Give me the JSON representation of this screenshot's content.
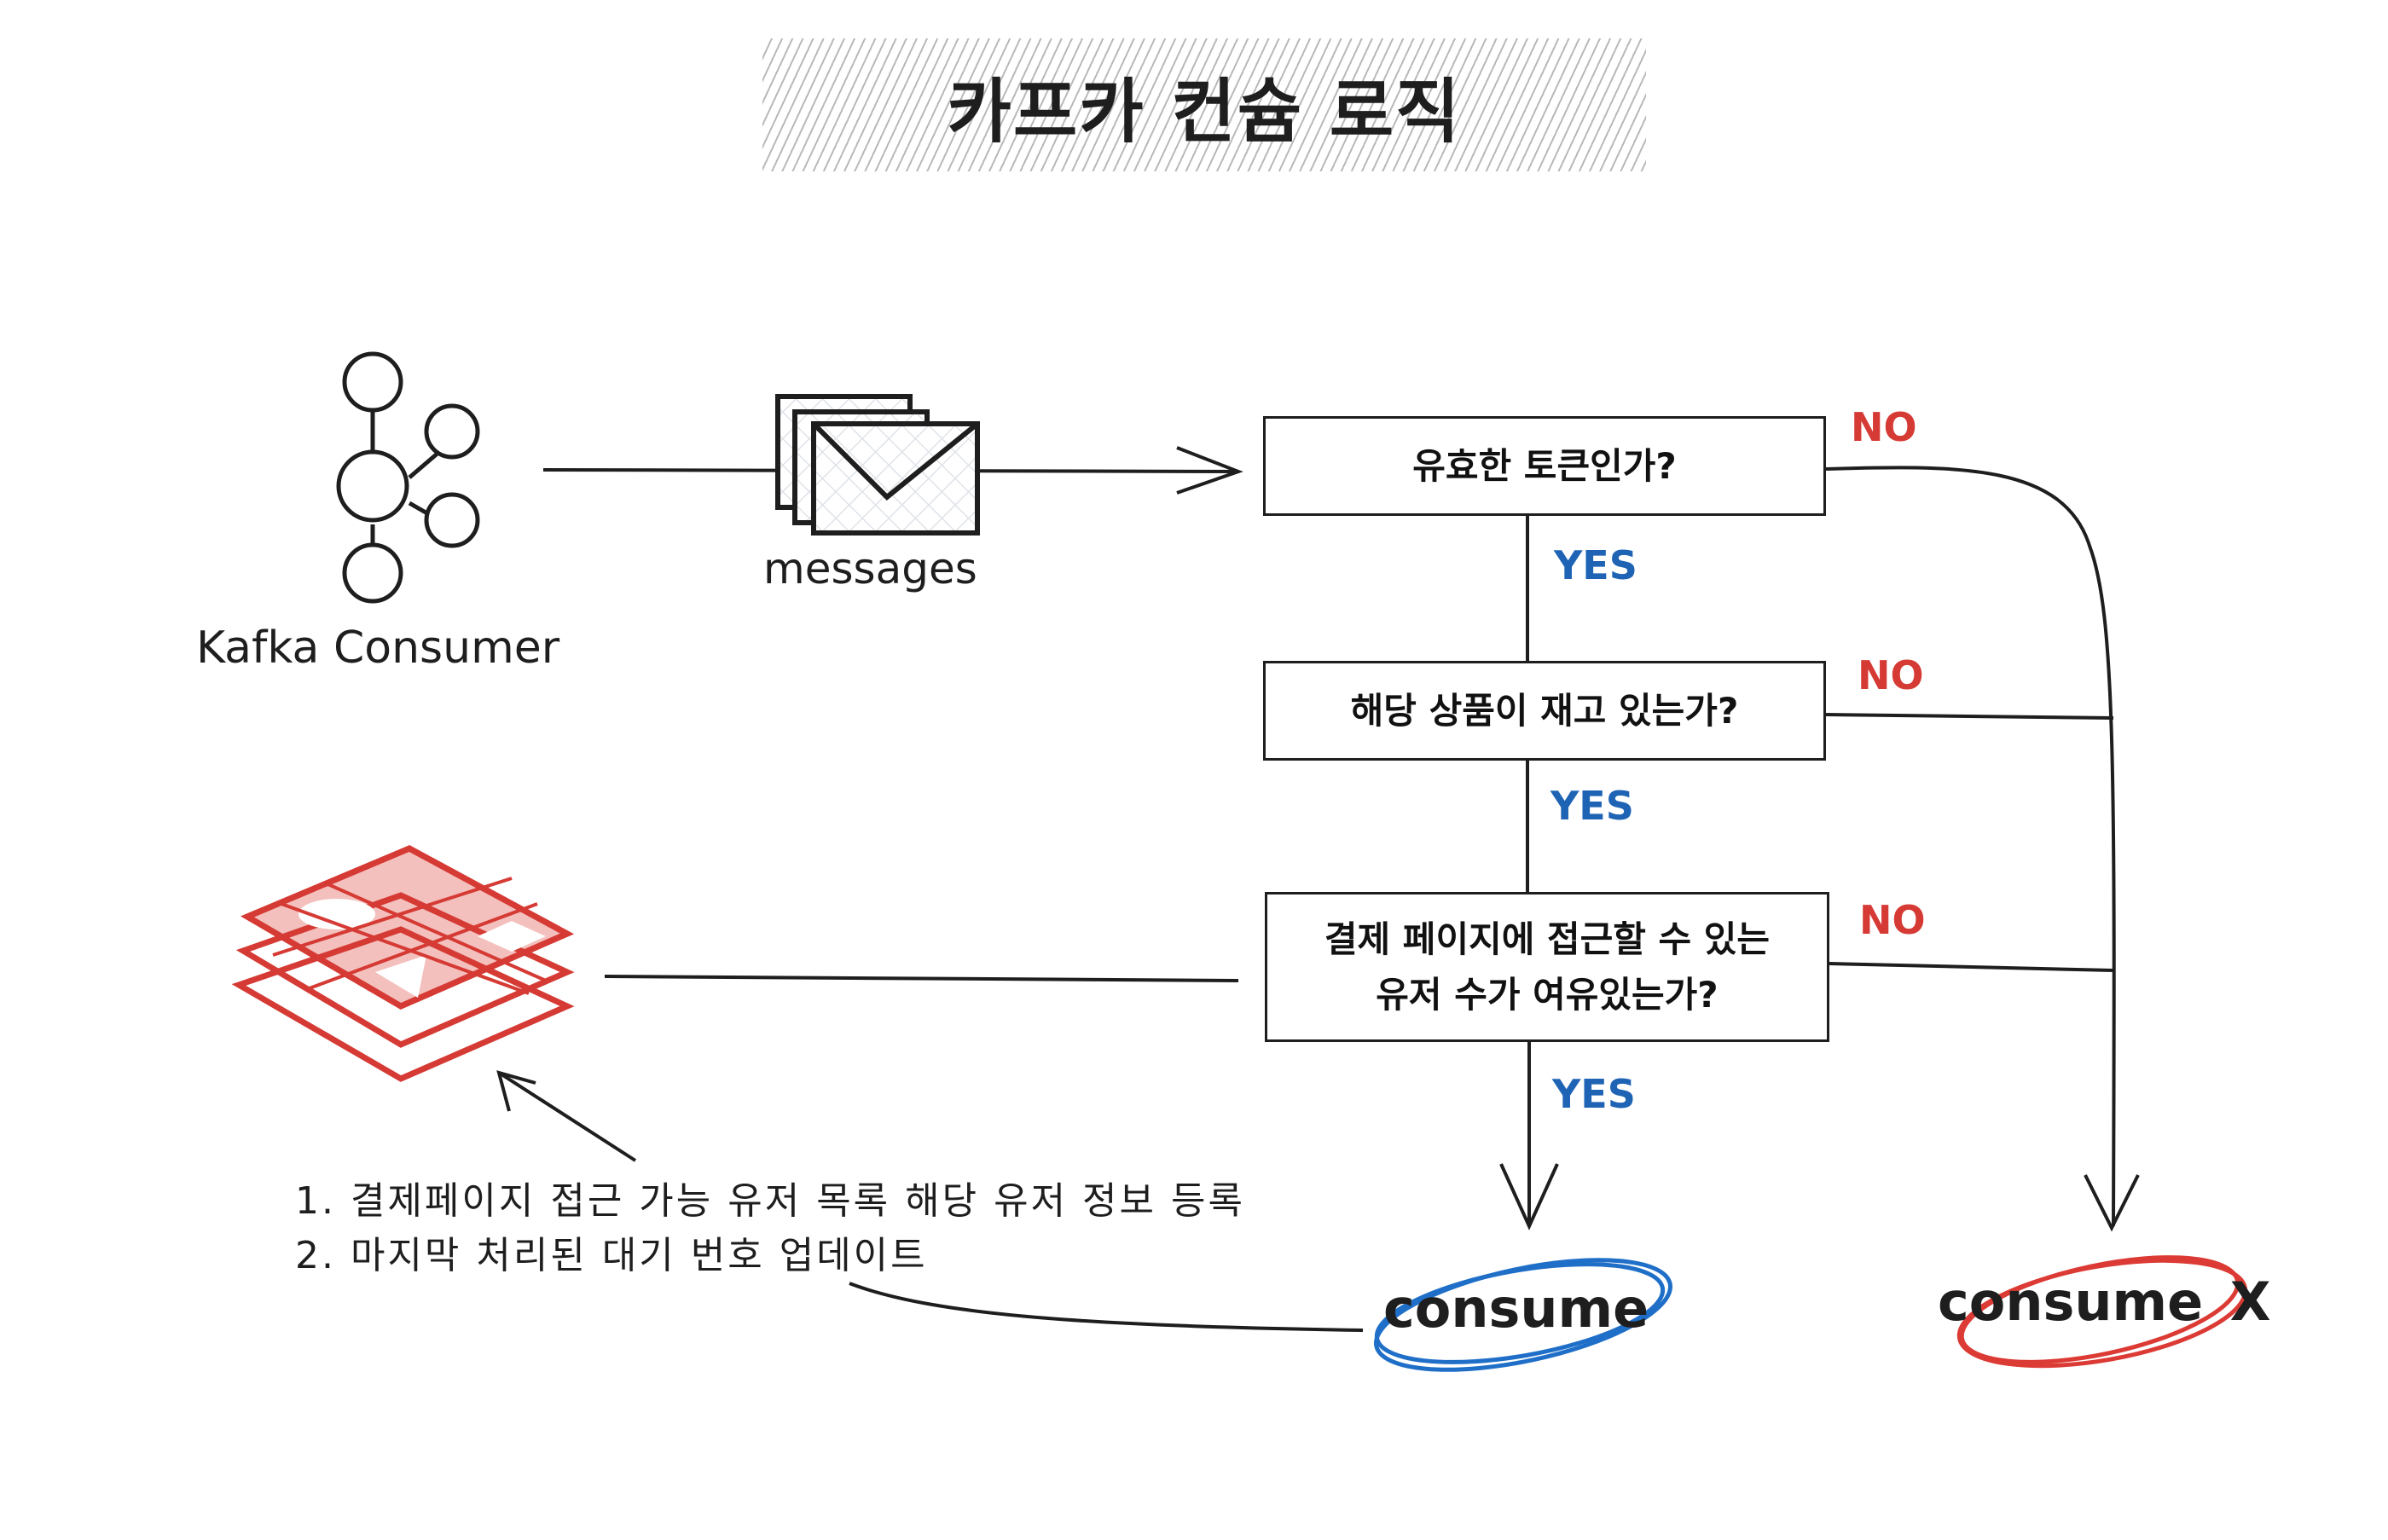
{
  "title": "카프카 컨슘 로직",
  "nodes": {
    "kafka_consumer": {
      "label": "Kafka Consumer",
      "icon": "kafka-cluster-icon"
    },
    "messages": {
      "label": "messages",
      "icon": "envelope-stack-icon"
    },
    "redis": {
      "icon": "redis-stack-icon"
    }
  },
  "decisions": [
    {
      "id": "token",
      "text": "유효한 토큰인가?",
      "yes": "YES",
      "no": "NO"
    },
    {
      "id": "stock",
      "text": "해당 상품이 재고 있는가?",
      "yes": "YES",
      "no": "NO"
    },
    {
      "id": "capacity",
      "text_lines": [
        "결제 페이지에 접근할 수 있는",
        "유저 수가 여유있는가?"
      ],
      "yes": "YES",
      "no": "NO"
    }
  ],
  "outcomes": {
    "consume": {
      "label": "consume"
    },
    "consume_rejected": {
      "label": "consume",
      "mark": "X"
    }
  },
  "notes": [
    "1. 결제페이지 접근 가능 유저 목록 해당 유저 정보 등록",
    "2. 마지막 처리된 대기 번호 업데이트"
  ],
  "colors": {
    "yes": "#1f64b4",
    "no": "#d63a34",
    "ink": "#1e1e1e",
    "redis": "#d63a34",
    "consume_ring": "#1f6fc8",
    "reject_ring": "#dc3a34"
  }
}
